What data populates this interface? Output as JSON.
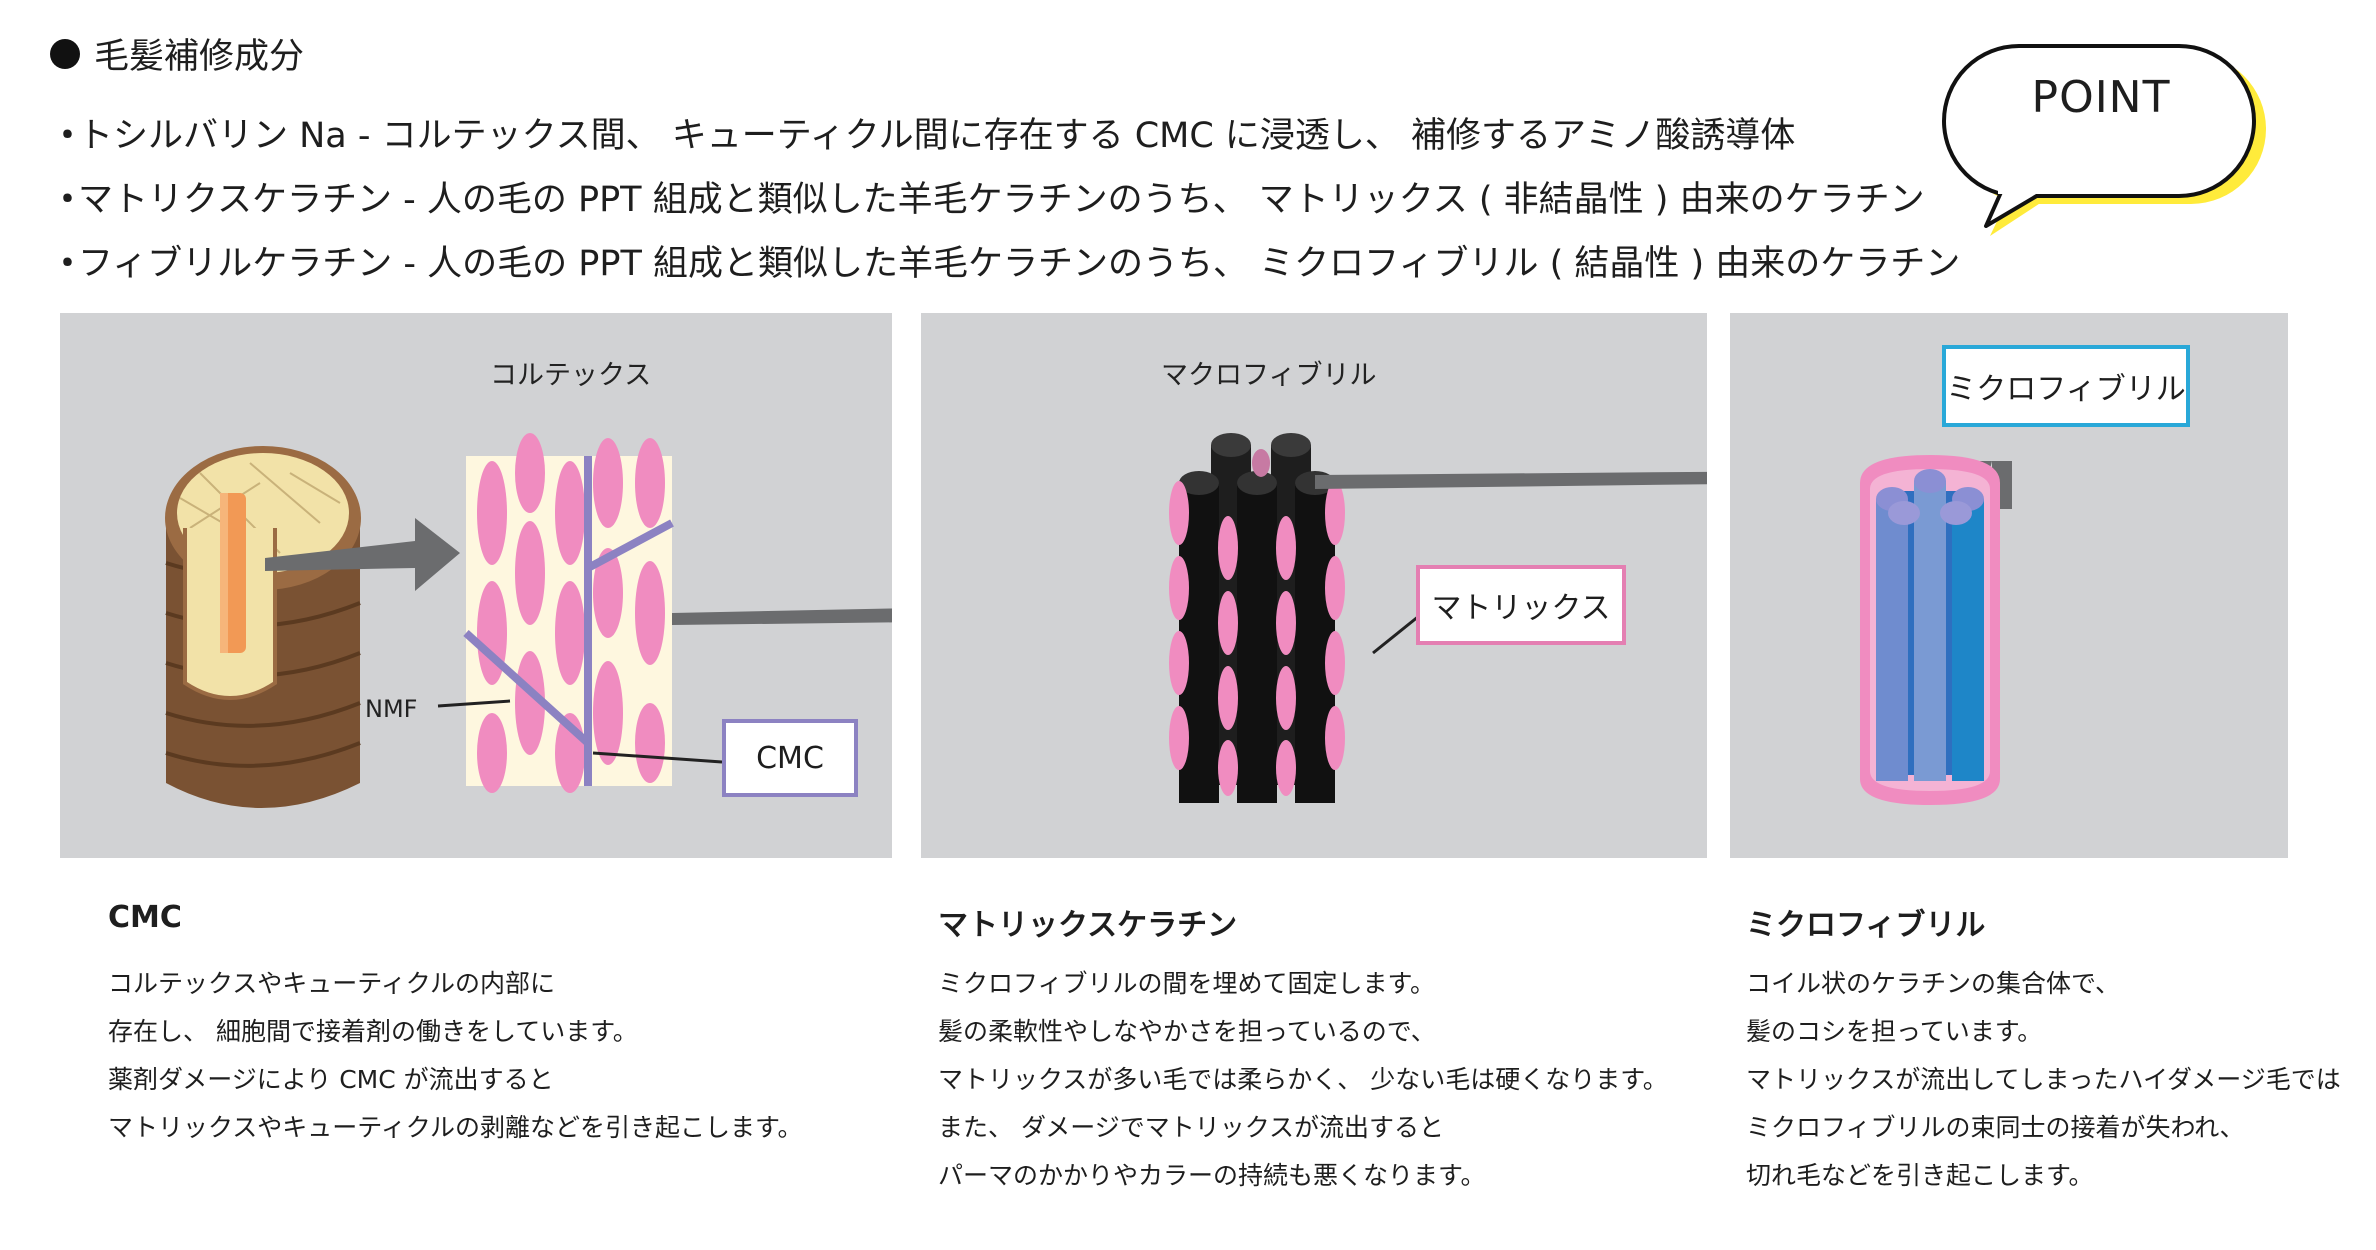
{
  "heading": "毛髪補修成分",
  "bullets": [
    "トシルバリン Na - コルテックス間、 キューティクル間に存在する CMC に浸透し、 補修するアミノ酸誘導体",
    "マトリクスケラチン - 人の毛の PPT 組成と類似した羊毛ケラチンのうち、 マトリックス ( 非結晶性 ) 由来のケラチン",
    "フィブリルケラチン - 人の毛の PPT 組成と類似した羊毛ケラチンのうち、 ミクロフィブリル ( 結晶性 ) 由来のケラチン"
  ],
  "bullet_marker": "・",
  "point_badge": "POINT",
  "panels": {
    "cortex": {
      "label": "コルテックス",
      "nmf_label": "NMF",
      "cmc_callout": "CMC"
    },
    "macrofibril": {
      "label": "マクロフィブリル",
      "matrix_callout": "マトリックス"
    },
    "microfibril": {
      "callout": "ミクロフィブリル"
    }
  },
  "descriptions": [
    {
      "title": "CMC",
      "lines": [
        "コルテックスやキューティクルの内部に",
        "存在し、 細胞間で接着剤の働きをしています。",
        "薬剤ダメージにより CMC が流出すると",
        "マトリックスやキューティクルの剥離などを引き起こします。"
      ]
    },
    {
      "title": "マトリックスケラチン",
      "lines": [
        "ミクロフィブリルの間を埋めて固定します。",
        "髪の柔軟性やしなやかさを担っているので、",
        "マトリックスが多い毛では柔らかく、 少ない毛は硬くなります。",
        "また、 ダメージでマトリックスが流出すると",
        "パーマのかかりやカラーの持続も悪くなります。"
      ]
    },
    {
      "title": "ミクロフィブリル",
      "lines": [
        "コイル状のケラチンの集合体で、",
        "髪のコシを担っています。",
        "マトリックスが流出してしまったハイダメージ毛では",
        "ミクロフィブリルの束同士の接着が失われ、",
        "切れ毛などを引き起こします。"
      ]
    }
  ],
  "colors": {
    "panel_bg": "#d1d2d4",
    "arrow": "#6b6c6e",
    "pink": "#f08cc0",
    "purple_line": "#8c82c2",
    "cyan_border": "#29a8d8",
    "pink_border": "#e47fb2",
    "badge_shadow": "#ffeb3b"
  }
}
